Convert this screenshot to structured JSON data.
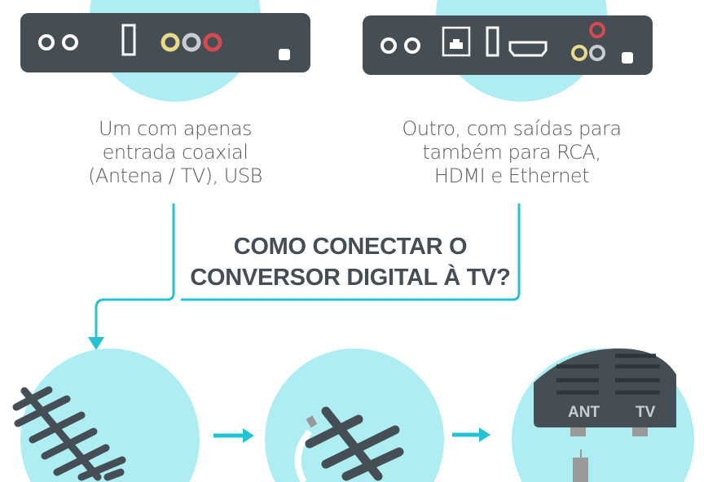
{
  "devices": [
    {
      "caption_lines": [
        "Um com apenas",
        "entrada coaxial",
        "(Antena / TV), USB"
      ]
    },
    {
      "caption_lines": [
        "Outro, com saídas para",
        "também para RCA,",
        "HDMI e Ethernet"
      ]
    }
  ],
  "title_lines": [
    "COMO CONECTAR O",
    "CONVERSOR DIGITAL À TV?"
  ],
  "tv_ports": {
    "ant": "ANT",
    "tv": "TV"
  },
  "colors": {
    "circle": "#aeeef2",
    "device": "#454d55",
    "arrow": "#22c4d4",
    "yellow": "#e8dc8a",
    "red": "#d9484f",
    "gray": "#c9cdd1"
  }
}
